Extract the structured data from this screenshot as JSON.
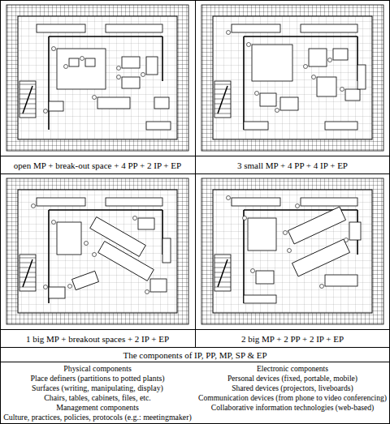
{
  "diagram": {
    "labels": [
      "open MP + break-out space + 4 PP + 2 IP + EP",
      "3 small MP + 4 PP + 4 IP + EP",
      "1 big MP + breakout spaces + 2 IP + EP",
      "2 big MP + 2 PP + 2 IP + EP",
      "The components of IP, PP, MP, SP & EP",
      "Physical components",
      "Place definers (partitions to potted plants)",
      "Surfaces (writing, manipulating, display)",
      "Chairs, tables, cabinets, files, etc.",
      "Management components",
      "Culture, practices, policies, protocols (e.g.: meetingmaker)",
      "Electronic components",
      "Personal devices (fixed, portable, mobile)",
      "Shared devices (projectors, liveboards)",
      "Communication devices (from phone to video conferencing)",
      "Collaborative information technologies (web-based)"
    ]
  }
}
